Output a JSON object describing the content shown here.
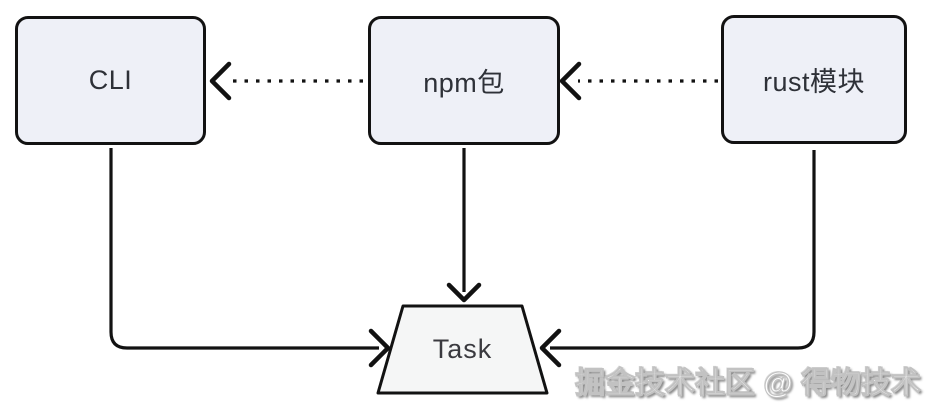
{
  "diagram": {
    "title": "CLI / npm package / rust module task flow",
    "nodes": {
      "cli": {
        "label": "CLI",
        "shape": "rounded-rect"
      },
      "npm": {
        "label": "npm包",
        "shape": "rounded-rect"
      },
      "rust": {
        "label": "rust模块",
        "shape": "rounded-rect"
      },
      "task": {
        "label": "Task",
        "shape": "trapezoid"
      }
    },
    "edges": [
      {
        "from": "npm",
        "to": "cli",
        "line": "dotted",
        "arrowhead": "open-left"
      },
      {
        "from": "rust",
        "to": "npm",
        "line": "dotted",
        "arrowhead": "open-left"
      },
      {
        "from": "npm",
        "to": "task",
        "line": "solid",
        "arrowhead": "open-down"
      },
      {
        "from": "cli",
        "to": "task",
        "line": "solid",
        "arrowhead": "open-right"
      },
      {
        "from": "rust",
        "to": "task",
        "line": "solid",
        "arrowhead": "open-left"
      }
    ],
    "colors": {
      "node_fill": "#eef0f7",
      "task_fill": "#f5f6f6",
      "stroke": "#121212",
      "label_text": "#2e3138"
    }
  },
  "watermark": {
    "text": "掘金技术社区 @ 得物技术"
  }
}
